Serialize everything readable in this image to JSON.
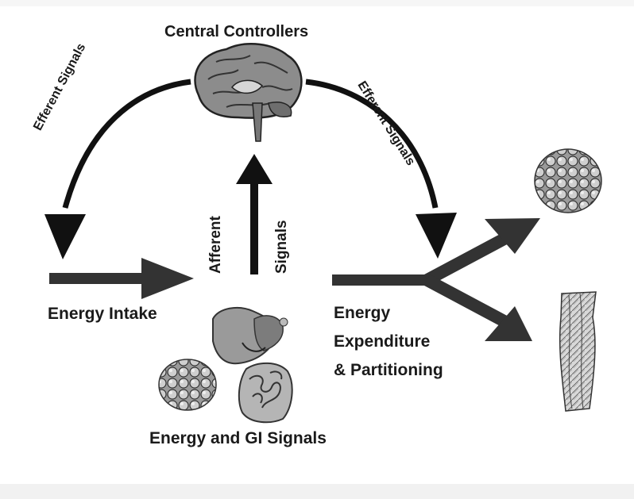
{
  "diagram": {
    "title": "Central Controllers",
    "efferent_left": "Efferent Signals",
    "efferent_right": "Efferent Signals",
    "afferent_word1": "Afferent",
    "afferent_word2": "Signals",
    "energy_intake": "Energy Intake",
    "expenditure_line1": "Energy",
    "expenditure_line2": "Expenditure",
    "expenditure_line3": "& Partitioning",
    "gi_signals": "Energy and GI Signals"
  },
  "icons": {
    "brain": "brain-icon",
    "fat_cells_top": "fat-cells-icon",
    "muscle": "muscle-icon",
    "liver_stomach": "liver-stomach-icon",
    "fat_cells_bottom": "fat-cells-icon",
    "intestine": "intestine-icon"
  },
  "colors": {
    "ink": "#1a1a1a",
    "arrow": "#111111",
    "arrow_shaft": "#333333",
    "organ_gray": "#8a8a8a"
  }
}
